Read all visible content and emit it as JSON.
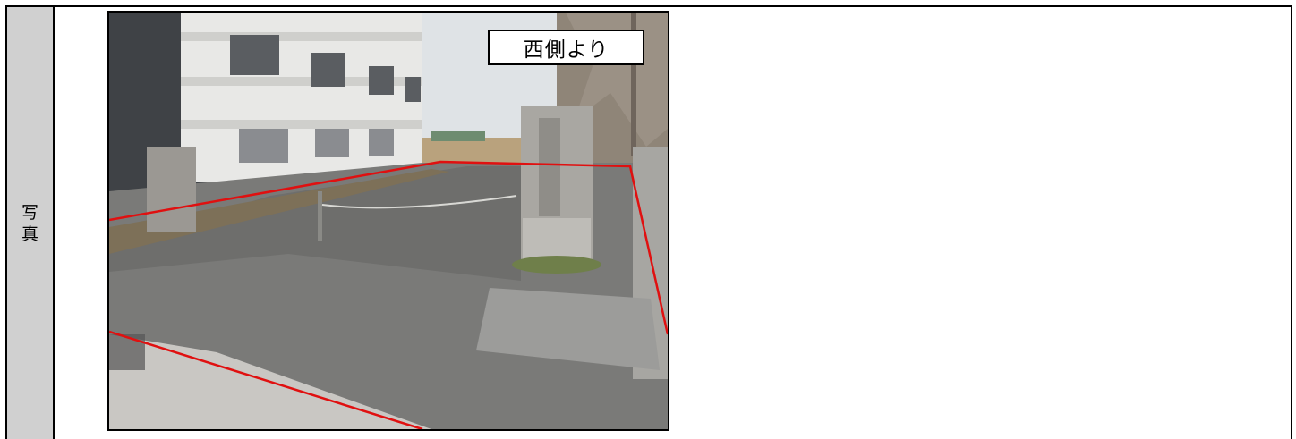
{
  "label": {
    "char1": "写",
    "char2": "真"
  },
  "photo": {
    "caption": "西側より"
  }
}
